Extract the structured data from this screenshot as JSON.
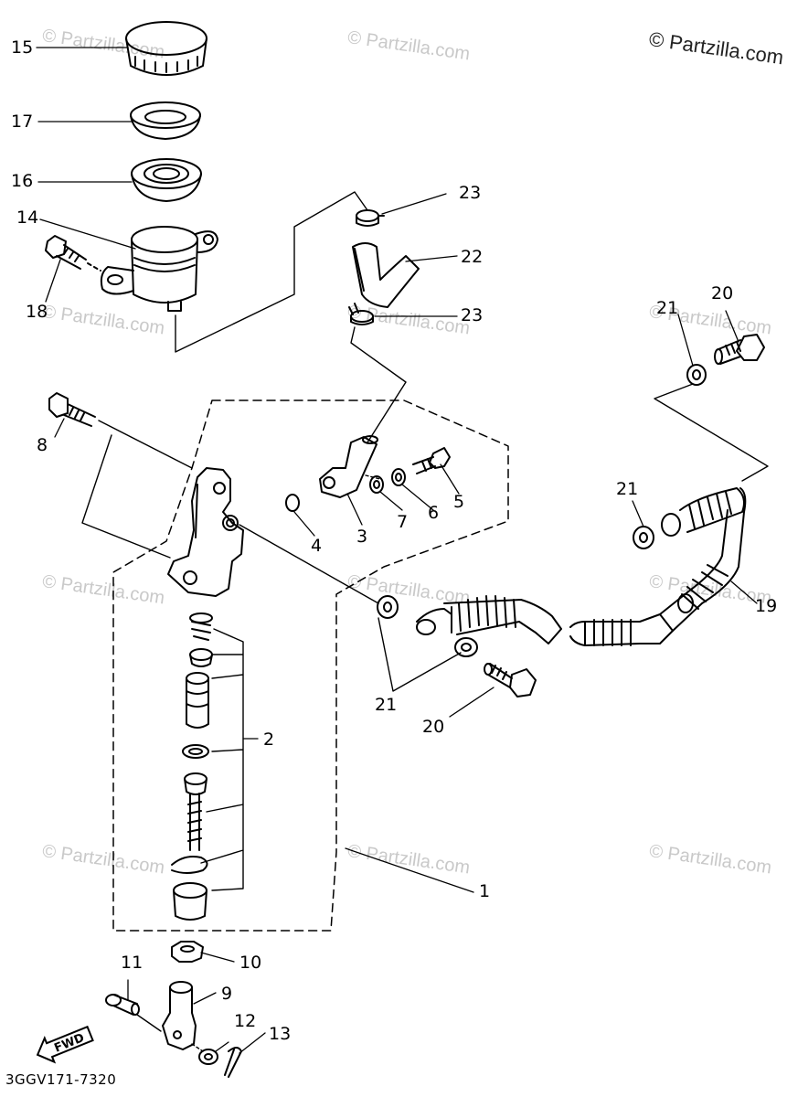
{
  "watermarks": {
    "main": "© Partzilla.com",
    "tile": "© Partzilla.com"
  },
  "diagram_code": "3GGV171-7320",
  "direction_label": "FWD",
  "callouts": {
    "c1": "1",
    "c2": "2",
    "c3": "3",
    "c4": "4",
    "c5": "5",
    "c6": "6",
    "c7": "7",
    "c8": "8",
    "c9": "9",
    "c10": "10",
    "c11": "11",
    "c12": "12",
    "c13": "13",
    "c14": "14",
    "c15": "15",
    "c16": "16",
    "c17": "17",
    "c18": "18",
    "c19": "19",
    "c20a": "20",
    "c20b": "20",
    "c21a": "21",
    "c21b": "21",
    "c21c": "21",
    "c22": "22",
    "c23a": "23",
    "c23b": "23"
  },
  "colors": {
    "ink": "#000000",
    "watermark": "#c9c9c9"
  }
}
